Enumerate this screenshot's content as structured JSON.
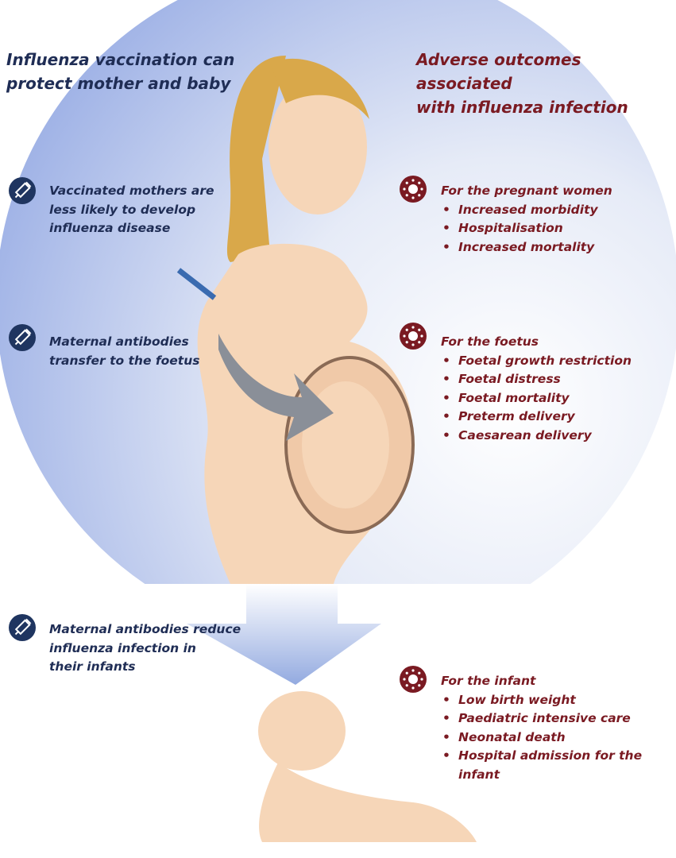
{
  "left_title": [
    "Influenza vaccination can",
    "protect mother and baby"
  ],
  "right_title": [
    "Adverse outcomes associated",
    "with influenza infection"
  ],
  "protections": [
    {
      "icon": "syringe-icon",
      "lines": [
        "Vaccinated mothers are",
        "less likely to develop",
        "influenza disease"
      ]
    },
    {
      "icon": "syringe-icon",
      "lines": [
        "Maternal antibodies",
        "transfer to the foetus"
      ]
    },
    {
      "icon": "syringe-icon",
      "lines": [
        "Maternal antibodies reduce",
        "influenza infection in",
        "their infants"
      ]
    }
  ],
  "outcomes": [
    {
      "icon": "virus-icon",
      "heading": "For the pregnant women",
      "items": [
        "Increased morbidity",
        "Hospitalisation",
        "Increased mortality"
      ]
    },
    {
      "icon": "virus-icon",
      "heading": "For the foetus",
      "items": [
        "Foetal growth restriction",
        "Foetal distress",
        "Foetal mortality",
        "Preterm delivery",
        "Caesarean delivery"
      ]
    },
    {
      "icon": "virus-icon",
      "heading": "For the infant",
      "items": [
        "Low birth weight",
        "Paediatric intensive care",
        "Neonatal death",
        "Hospital admission for the infant"
      ]
    }
  ],
  "colors": {
    "navy": "#1f2d55",
    "dark_red": "#7a1a22",
    "skin": "#f6d6b8",
    "hair": "#d9a84a"
  }
}
